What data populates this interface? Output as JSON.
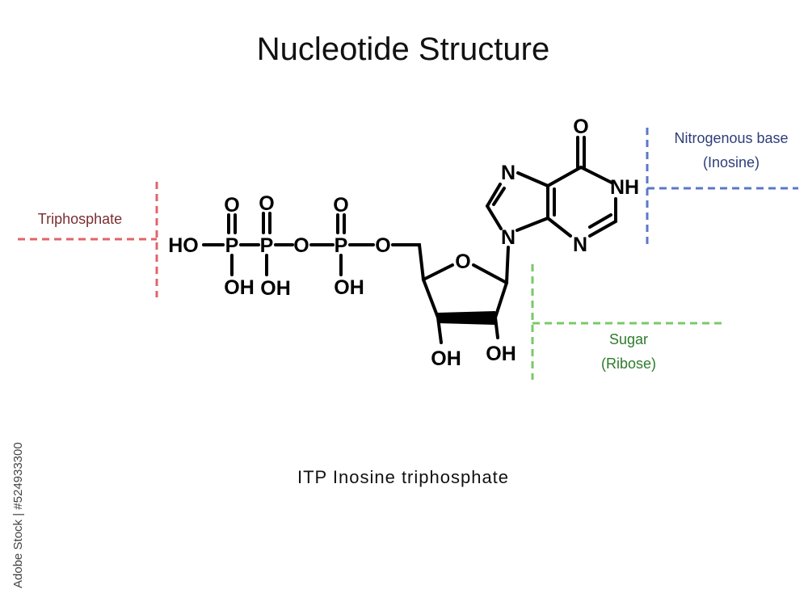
{
  "title": "Nucleotide Structure",
  "caption": "ITP  Inosine triphosphate",
  "watermark": "Adobe Stock | #524933300",
  "atoms": {
    "o_top_p1": "O",
    "o_top_p2": "O",
    "o_top_p3": "O",
    "ho_left": "HO",
    "p1": "P",
    "p2": "P",
    "p3": "P",
    "o_link1": "O",
    "o_link2": "O",
    "oh_p1": "OH",
    "oh_p2": "OH",
    "oh_p3": "OH",
    "ring_o": "O",
    "oh_c3": "OH",
    "oh_c2": "OH",
    "n9": "N",
    "n7": "N",
    "n3": "N",
    "nh1": "NH",
    "o6": "O"
  },
  "labels": {
    "triphosphate": {
      "text": "Triphosphate",
      "color": "#7a2e33"
    },
    "base": {
      "line1": "Nitrogenous base",
      "line2": "(Inosine)",
      "color": "#2e3e7a"
    },
    "sugar": {
      "line1": "Sugar",
      "line2": "(Ribose)",
      "color": "#2e7a2e"
    }
  },
  "bracket_colors": {
    "triphosphate": "#e0646a",
    "base": "#5b78c8",
    "sugar": "#7ac86a"
  }
}
